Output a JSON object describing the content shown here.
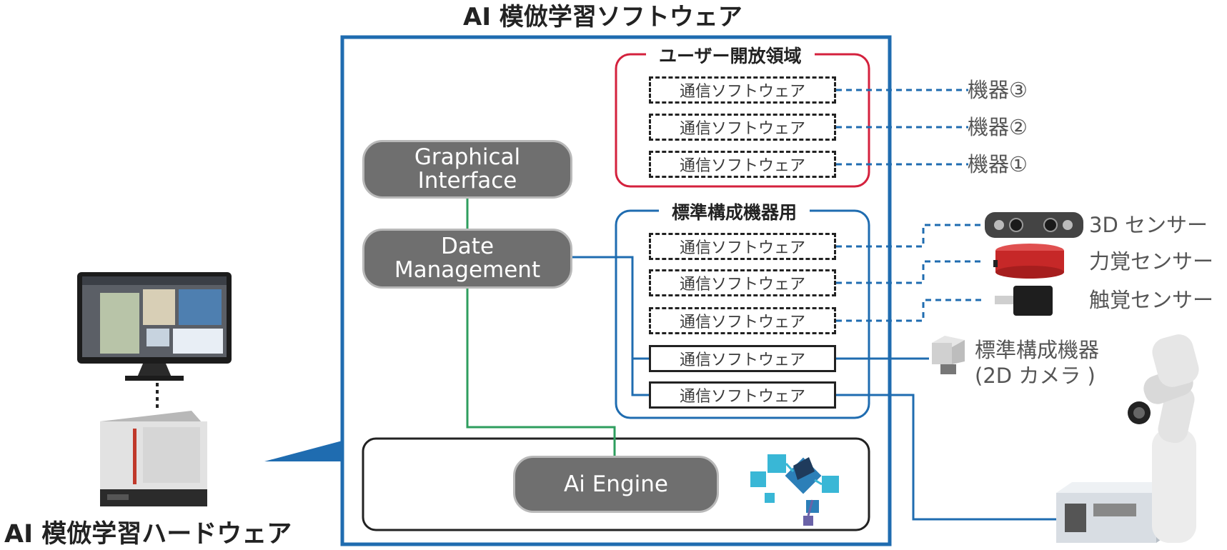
{
  "software_title": "AI 模倣学習ソフトウェア",
  "hardware_title": "AI 模倣学習ハードウェア",
  "modules": {
    "graphical_interface": [
      "Graphical",
      "Interface"
    ],
    "data_management": [
      "Date",
      "Management"
    ],
    "ai_engine": "Ai Engine"
  },
  "user_area": {
    "label": "ユーザー開放領域",
    "comm_boxes": [
      "通信ソフトウェア",
      "通信ソフトウェア",
      "通信ソフトウェア"
    ]
  },
  "standard_area": {
    "label": "標準構成機器用",
    "comm_boxes": [
      "通信ソフトウェア",
      "通信ソフトウェア",
      "通信ソフトウェア",
      "通信ソフトウェア",
      "通信ソフトウェア"
    ]
  },
  "devices": {
    "device3": "機器③",
    "device2": "機器②",
    "device1": "機器①",
    "sensor_3d": "3D センサー",
    "force_sensor": "力覚センサー",
    "tactile_sensor": "触覚センサー",
    "camera": [
      "標準構成機器",
      "(2D カメラ )"
    ]
  },
  "colors": {
    "software_frame": "#1f6cb0",
    "user_area": "#d4213d",
    "standard_area": "#1f6cb0",
    "link_green": "#2e9e5e",
    "link_blue": "#1f6cb0",
    "module_fill": "#6f6f6f"
  }
}
